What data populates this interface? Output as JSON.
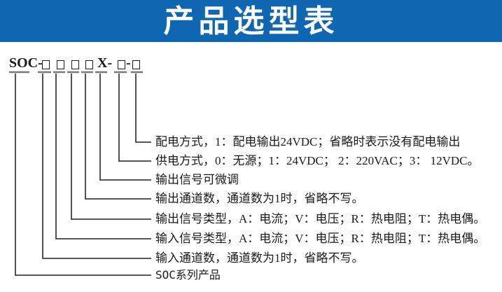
{
  "header": {
    "title": "产品选型表"
  },
  "model_code": {
    "prefix": "SOC-",
    "middle": "X-",
    "dash": "-"
  },
  "labels": [
    {
      "key": "power-distribution",
      "text": "配电方式，1：配电输出24VDC；省略时表示没有配电输出"
    },
    {
      "key": "power-supply",
      "text": "供电方式，0：无源；1：24VDC； 2：220VAC；3： 12VDC。"
    },
    {
      "key": "output-trim",
      "text": "输出信号可微调"
    },
    {
      "key": "output-channels",
      "text": "输出通道数，通道数为1时，省略不写。"
    },
    {
      "key": "output-signal-type",
      "text": "输出信号类型，A：电流；V：电压；R：热电阻；T：热电偶。"
    },
    {
      "key": "input-signal-type",
      "text": "输入信号类型，A：电流；V：电压；R：热电阻；T：热电偶。"
    },
    {
      "key": "input-channels",
      "text": "输入通道数，通道数为1时，省略不写。"
    },
    {
      "key": "series",
      "text": "SOC系列产品"
    }
  ],
  "colors": {
    "header_bg": "#0f67b1",
    "header_text": "#ffffff",
    "line": "#3f3f3f",
    "tick": "#787878",
    "text": "#1a1a1a"
  }
}
